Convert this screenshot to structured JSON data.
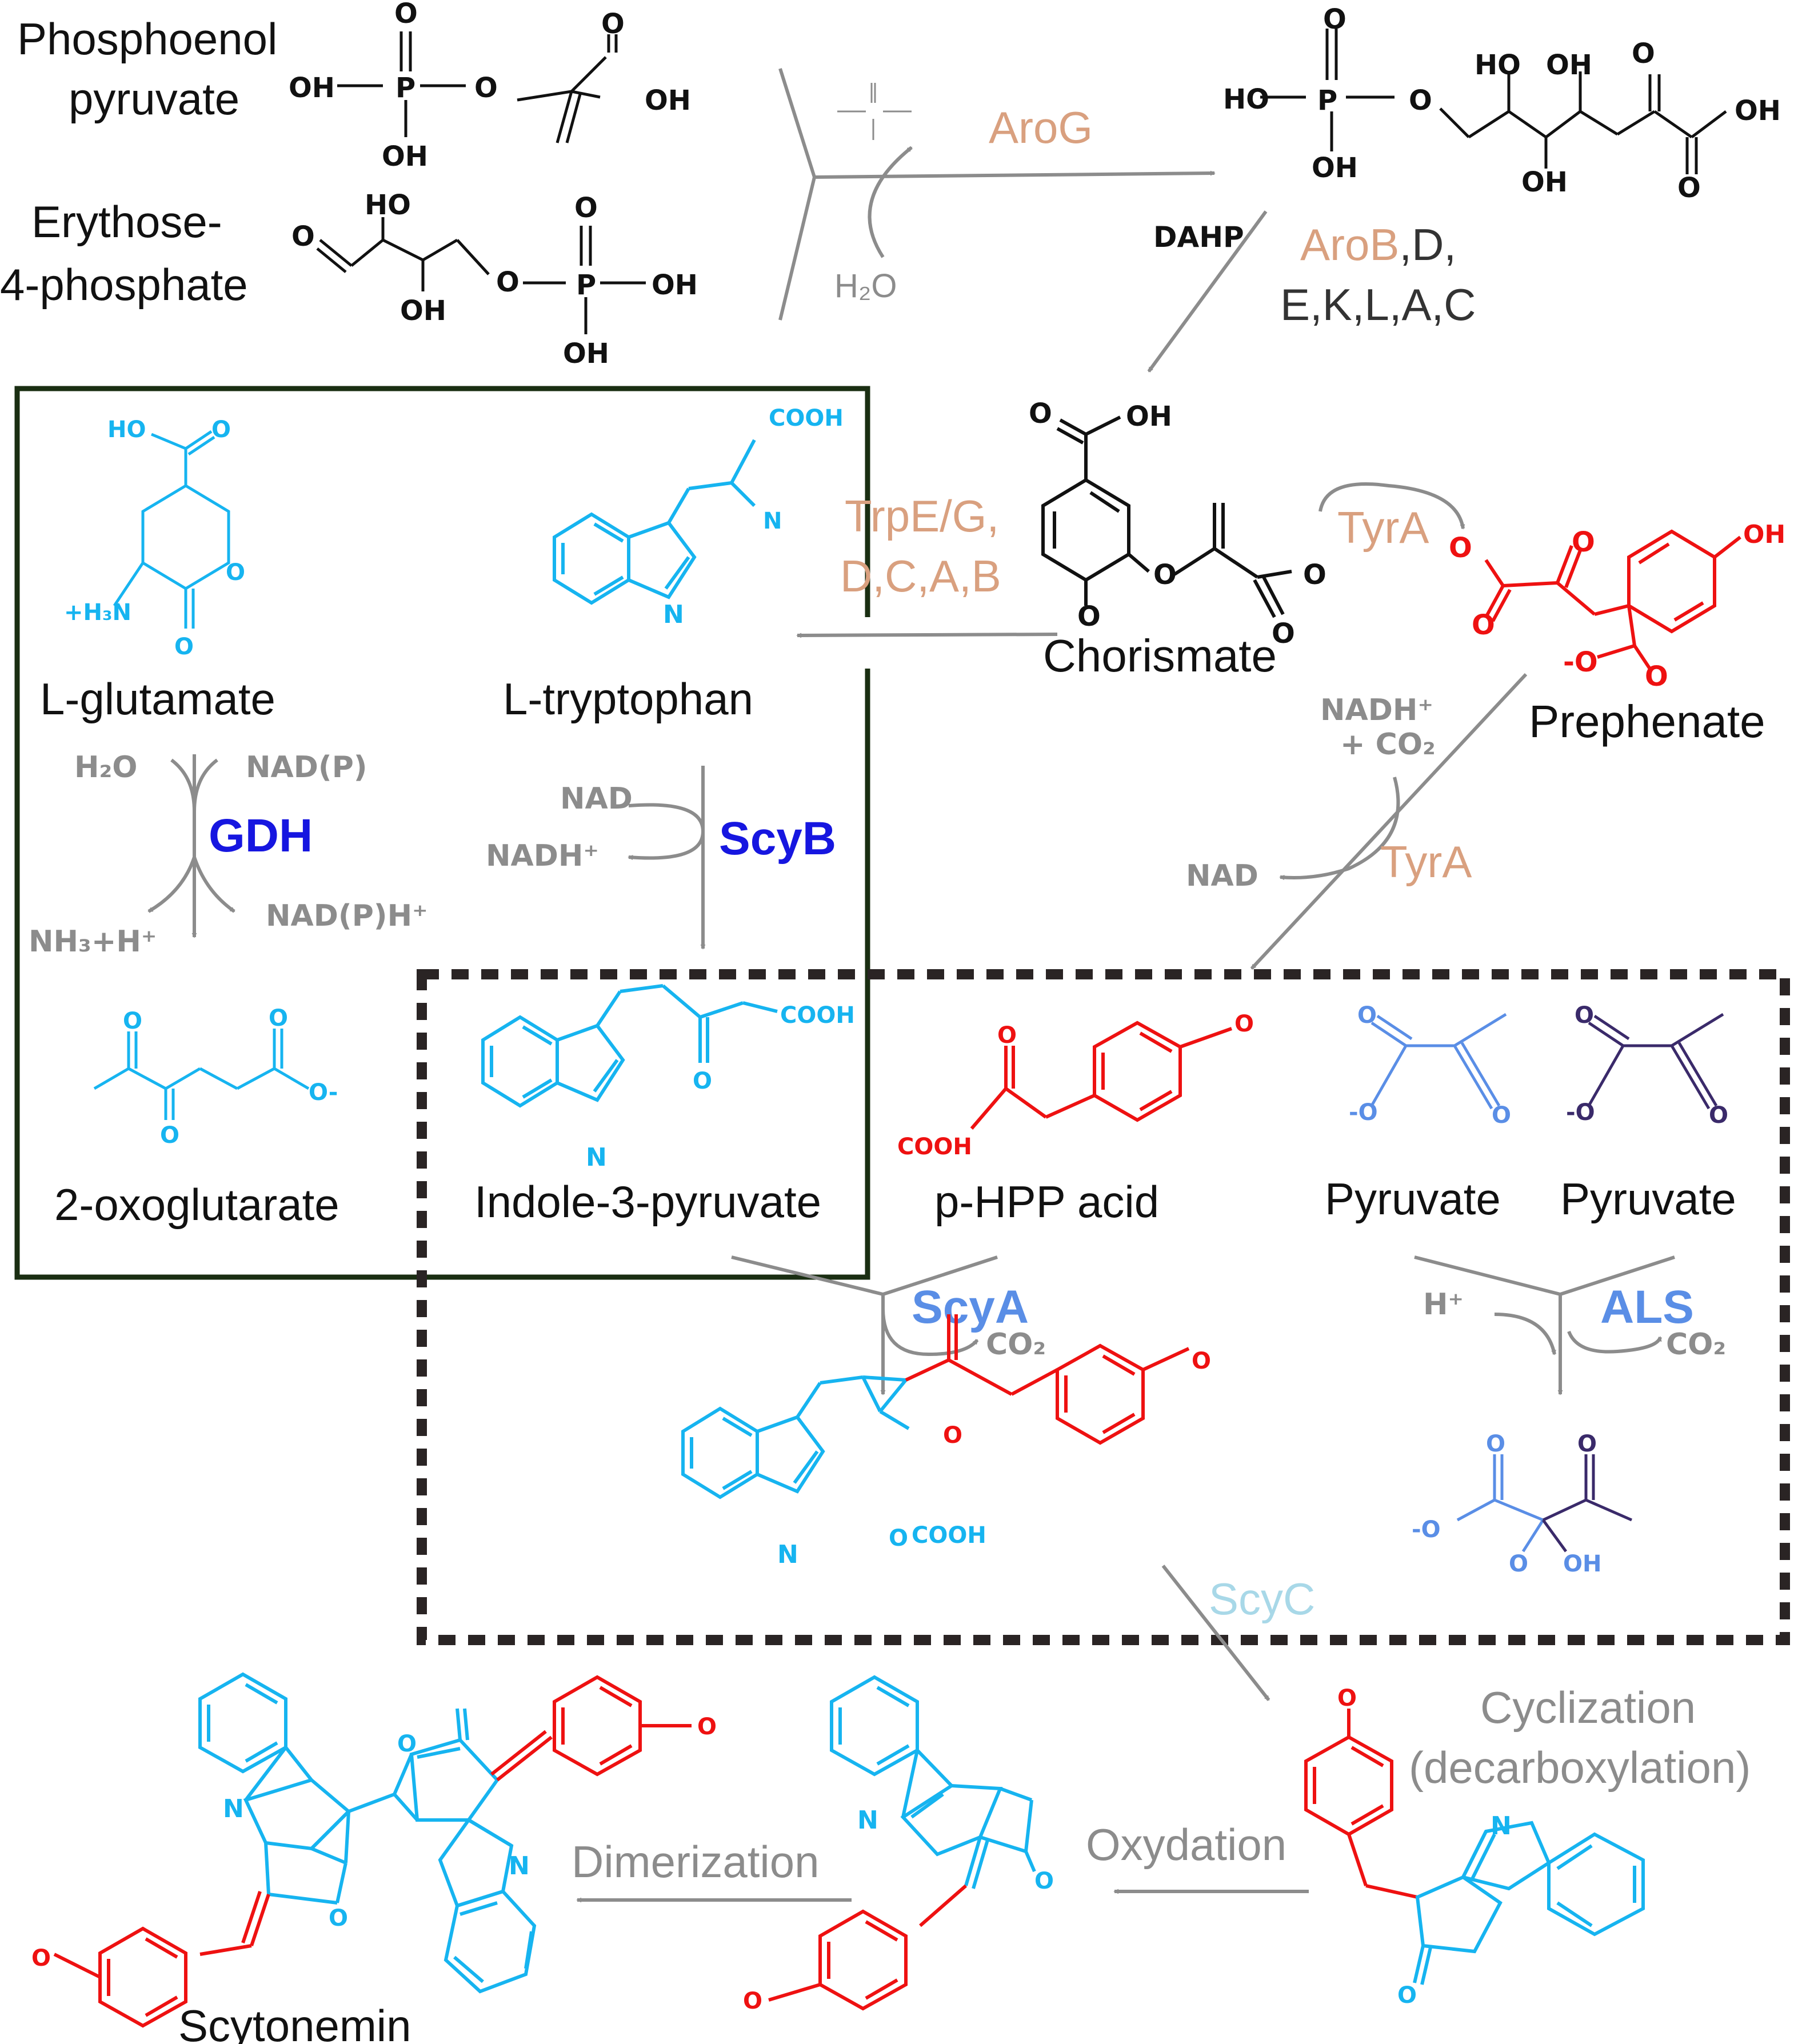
{
  "colors": {
    "black": "#111111",
    "gray": "#8c8c8c",
    "enzyme_orange": "#d9a07f",
    "gdh_blue": "#1616e0",
    "enzyme_light_blue": "#5a8ee6",
    "cyan": "#16b4f0",
    "scyc_pale": "#a8d8e8",
    "red": "#ee1111",
    "purple": "#3a2a6a",
    "box_green": "#1a2e12",
    "dashed_box": "#2a2424"
  },
  "compounds": {
    "pep_line1": "Phosphoenol",
    "pep_line2": "pyruvate",
    "e4p_line1": "Erythose-",
    "e4p_line2": "4-phosphate",
    "dahp": "DAHP",
    "chorismate": "Chorismate",
    "prephenate": "Prephenate",
    "glutamate": "L-glutamate",
    "tryptophan": "L-tryptophan",
    "oxoglutarate": "2-oxoglutarate",
    "indole_pyruvate": "Indole-3-pyruvate",
    "phpp": "p-HPP acid",
    "pyruvate_1": "Pyruvate",
    "pyruvate_2": "Pyruvate",
    "scytonemin": "Scytonemin"
  },
  "enzymes": {
    "arog": "AroG",
    "arob_colored": "AroB",
    "arob_rest": ",D,",
    "arob_line2": "E,K,L,A,C",
    "trp_line1": "TrpE/G,",
    "trp_line2": "D,C,A,B",
    "tyra_top": "TyrA",
    "tyra_bottom": "TyrA",
    "gdh": "GDH",
    "scyb": "ScyB",
    "scya": "ScyA",
    "als": "ALS",
    "scyc": "ScyC"
  },
  "cofactors": {
    "h2o_arog": "H₂O",
    "nadh_co2_line1": "NADH⁺",
    "nadh_co2_line2": "+ CO₂",
    "nad_tyra": "NAD",
    "gdh_h2o": "H₂O",
    "gdh_nadp": "NAD(P)",
    "gdh_nh3": "NH₃+H⁺",
    "gdh_nadph": "NAD(P)H⁺",
    "scyb_nad": "NAD",
    "scyb_nadh": "NADH⁺",
    "scya_co2": "CO₂",
    "als_h": "H⁺",
    "als_co2": "CO₂"
  },
  "steps": {
    "cyclization_line1": "Cyclization",
    "cyclization_line2": "(decarboxylation)",
    "oxydation": "Oxydation",
    "dimerization": "Dimerization"
  },
  "atoms": {
    "O": "O",
    "OH": "OH",
    "HO": "HO",
    "P": "P",
    "N": "N",
    "COOH": "COOH",
    "NH3plus": "+H₃N",
    "O_minus": "-O",
    "O_minus_r": "O-"
  }
}
